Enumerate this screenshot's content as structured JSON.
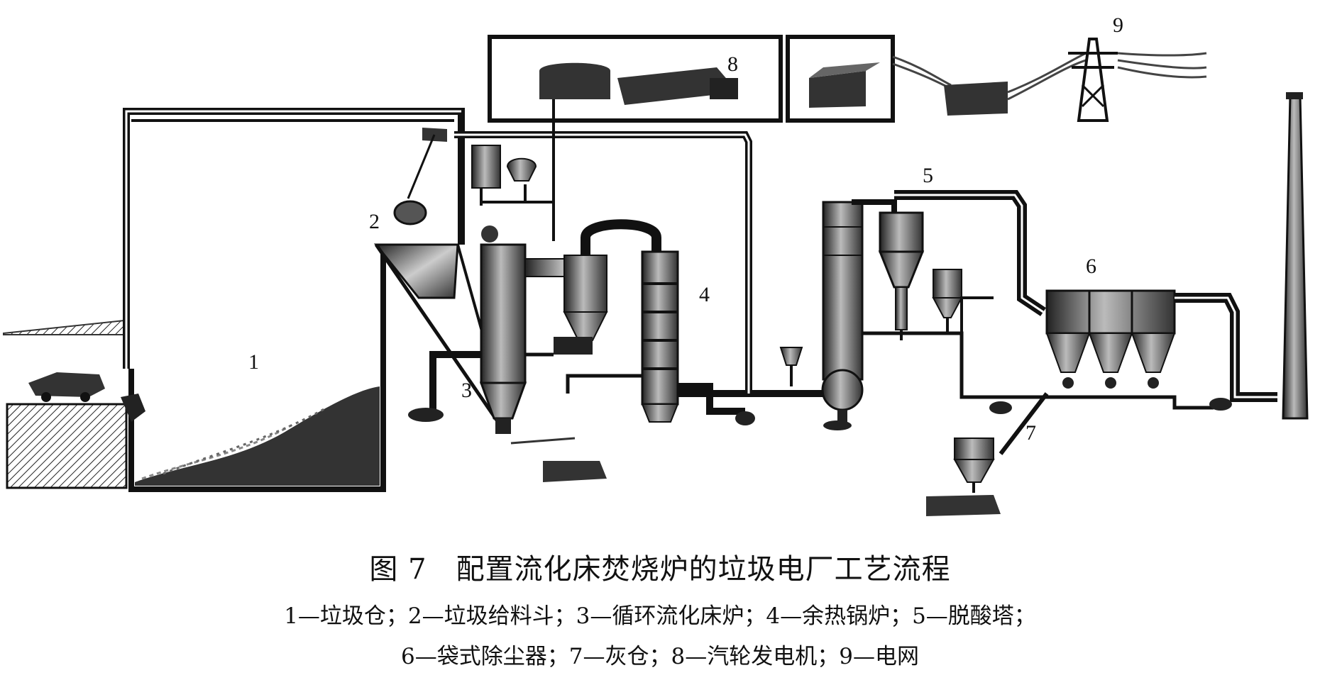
{
  "diagram": {
    "labels": {
      "n1": "1",
      "n2": "2",
      "n3": "3",
      "n4": "4",
      "n5": "5",
      "n6": "6",
      "n7": "7",
      "n8": "8",
      "n9": "9"
    }
  },
  "caption": {
    "title": "图 7　配置流化床焚烧炉的垃圾电厂工艺流程",
    "legend_line1": "1—垃圾仓；2—垃圾给料斗；3—循环流化床炉；4—余热锅炉；5—脱酸塔；",
    "legend_line2": "6—袋式除尘器；7—灰仓；8—汽轮发电机；9—电网"
  }
}
